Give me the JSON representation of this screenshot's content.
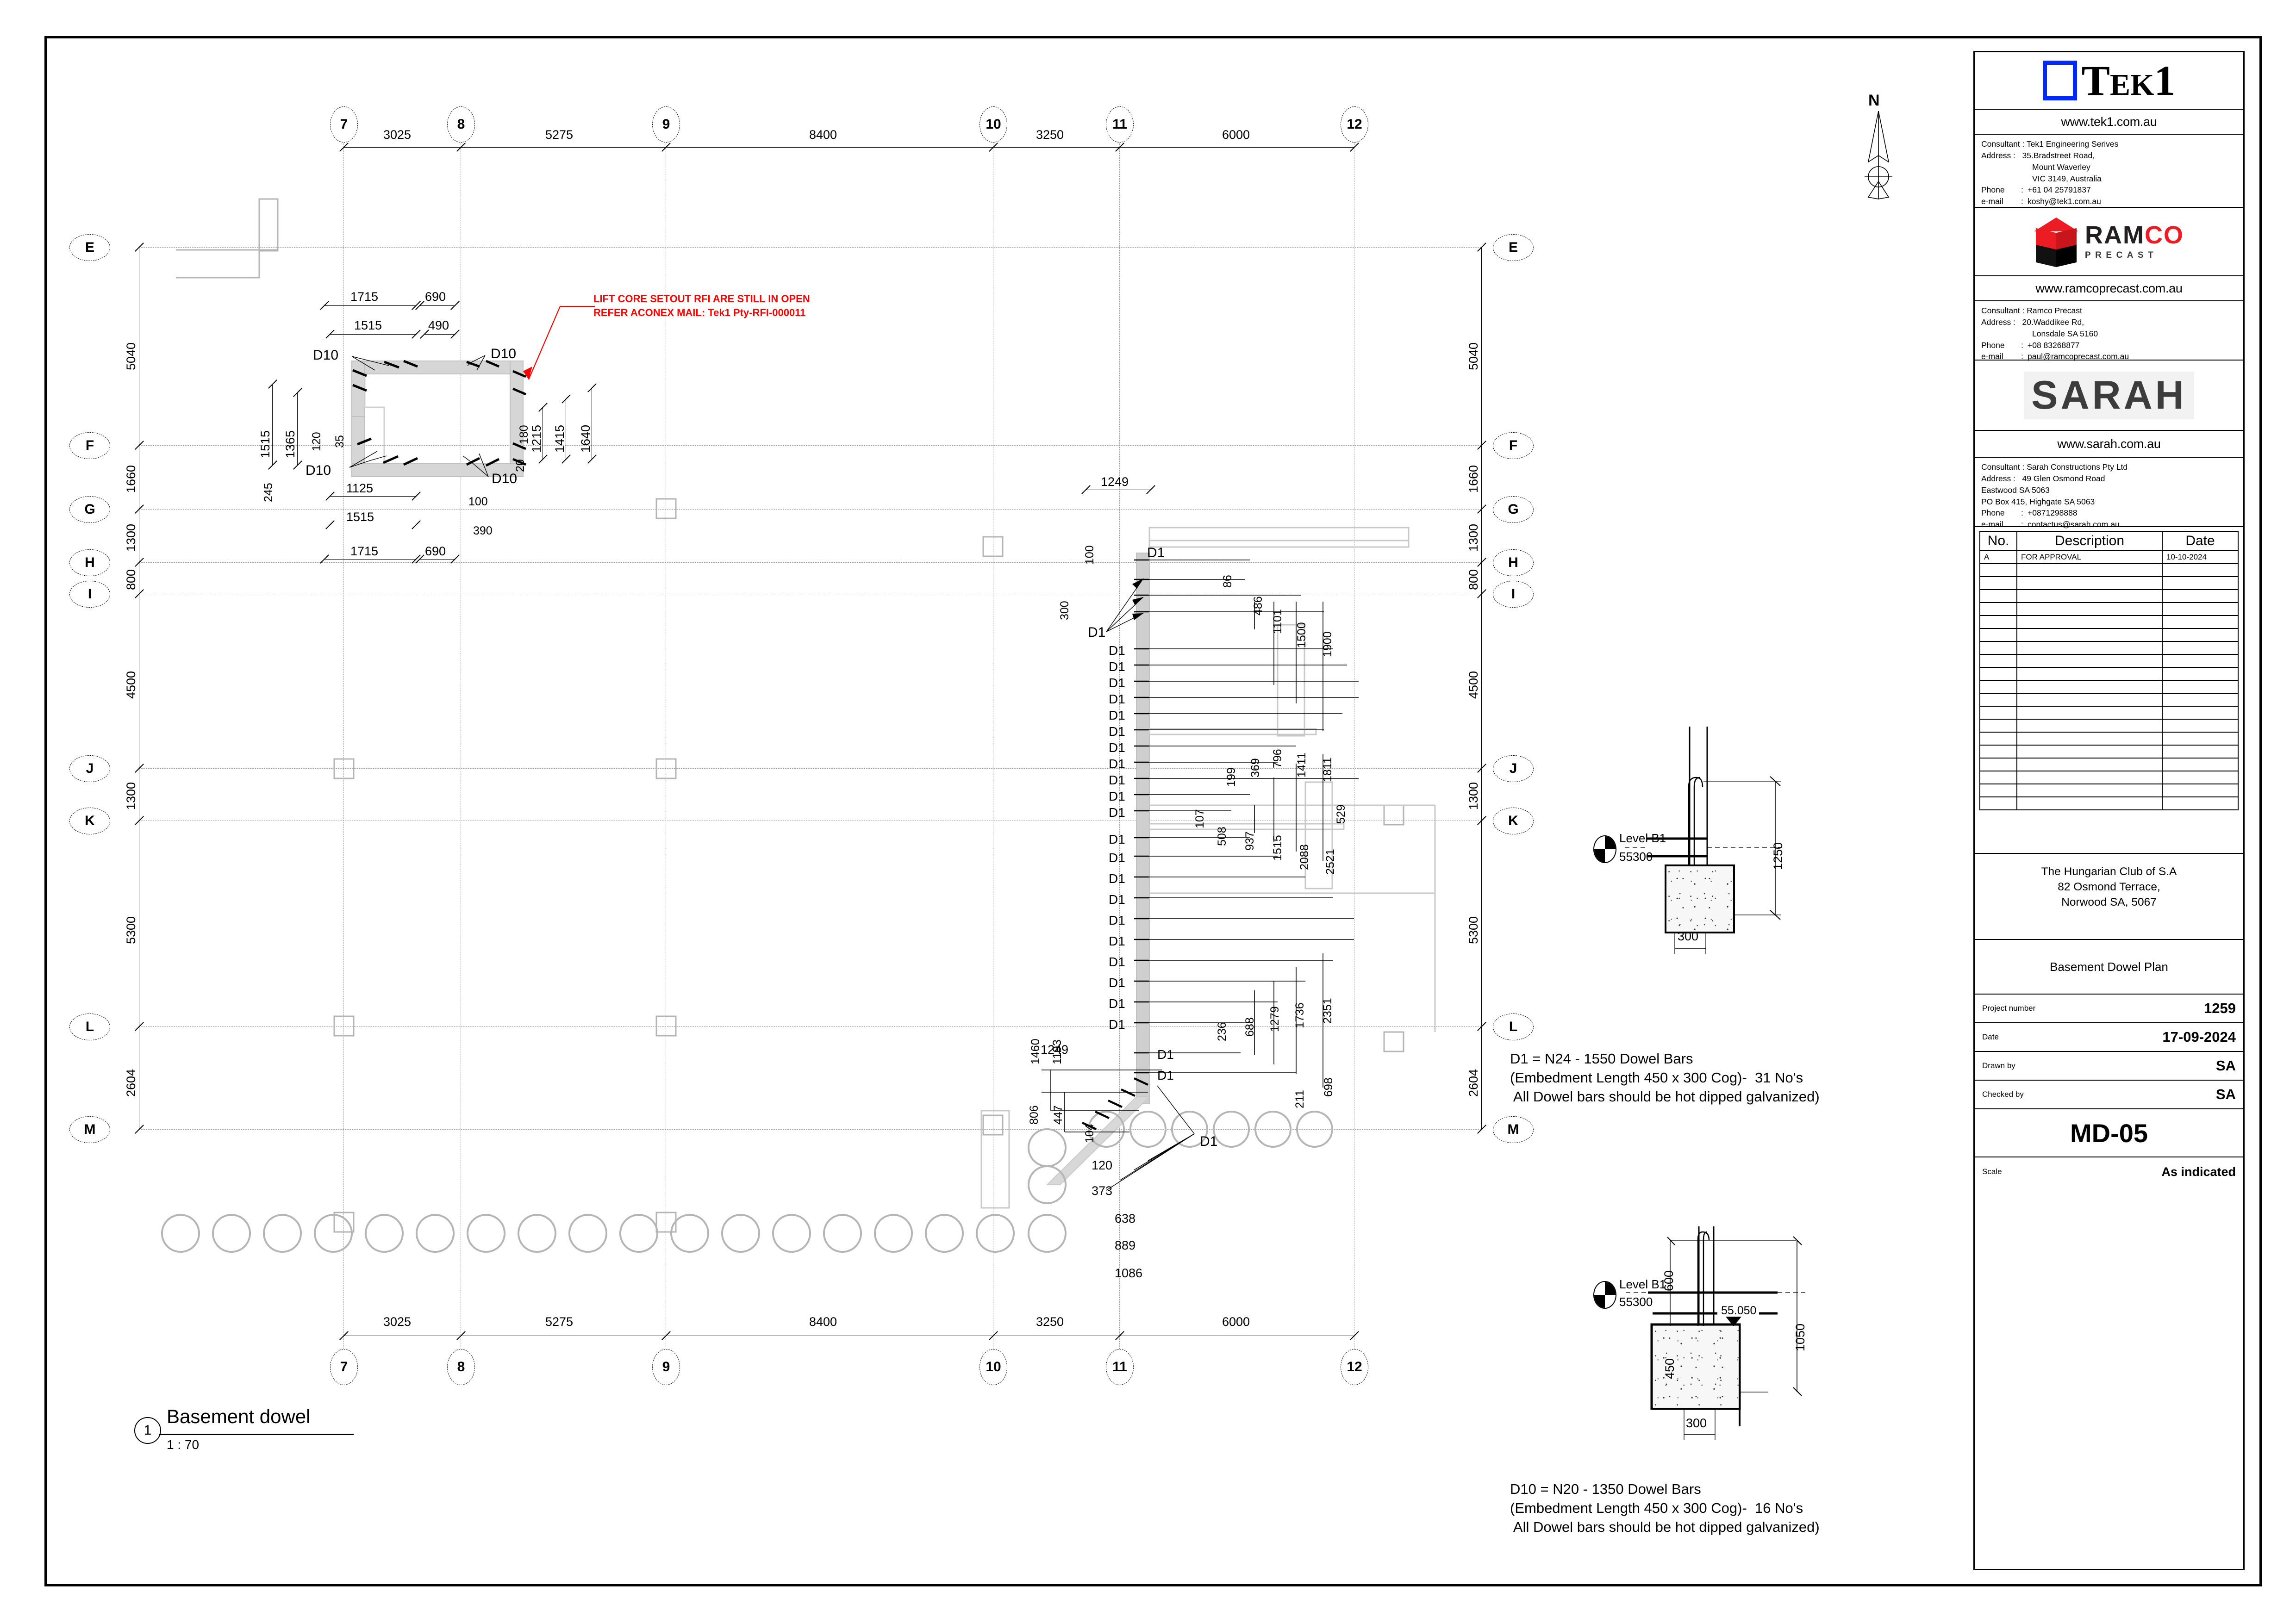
{
  "sheet": {
    "north_label": "N"
  },
  "view": {
    "number": "1",
    "title": "Basement dowel",
    "scale": "1 : 70"
  },
  "grids": {
    "columns": [
      {
        "label": "7"
      },
      {
        "label": "8"
      },
      {
        "label": "9"
      },
      {
        "label": "10"
      },
      {
        "label": "11"
      },
      {
        "label": "12"
      }
    ],
    "column_dims": [
      "3025",
      "5275",
      "8400",
      "3250",
      "6000"
    ],
    "rows": [
      {
        "label": "E"
      },
      {
        "label": "F"
      },
      {
        "label": "G"
      },
      {
        "label": "H"
      },
      {
        "label": "I"
      },
      {
        "label": "J"
      },
      {
        "label": "K"
      },
      {
        "label": "L"
      },
      {
        "label": "M"
      }
    ],
    "row_dims": [
      "5040",
      "1660",
      "1300",
      "800",
      "4500",
      "1300",
      "5300",
      "2604"
    ]
  },
  "annotations": {
    "rfi_note_line1": "LIFT CORE SETOUT RFI ARE STILL IN OPEN",
    "rfi_note_line2": "REFER ACONEX MAIL: Tek1 Pty-RFI-000011",
    "d1_note": "D1 = N24 - 1550 Dowel Bars\n(Embedment Length 450 x 300 Cog)-  31 No's\n All Dowel bars should be hot dipped galvanized)",
    "d10_note": "D10 = N20 - 1350 Dowel Bars\n(Embedment Length 450 x 300 Cog)-  16 No's\n All Dowel bars should be hot dipped galvanized)"
  },
  "liftcore_dims": {
    "top_outer": "1715",
    "top_inner": "1515",
    "top_right_outer": "690",
    "top_right_inner": "490",
    "left_outer": "1515",
    "left_inner": "1365",
    "left_small_120": "120",
    "left_small_35": "35",
    "left_245": "245",
    "bottom_1125": "1125",
    "bottom_1515": "1515",
    "bottom_1715": "1715",
    "bottom_690": "690",
    "right_180": "180",
    "right_20": "20",
    "right_1215": "1215",
    "right_1415": "1415",
    "right_1640": "1640",
    "note_100": "100",
    "note_390": "390",
    "labels": [
      "D10",
      "D10",
      "D10",
      "D10"
    ]
  },
  "dowel_dims": {
    "top_1249": "1249",
    "top_100": "100",
    "left_300": "300",
    "d_86": "86",
    "d_486": "486",
    "d_1101": "1101",
    "d_1500": "1500",
    "d_1900": "1900",
    "d_199": "199",
    "d_369": "369",
    "d_796": "796",
    "d_1411": "1411",
    "d_1811": "1811",
    "d_529": "529",
    "d_107": "107",
    "d_508": "508",
    "d_937": "937",
    "d_1515": "1515",
    "d_2088": "2088",
    "d_2521": "2521",
    "d_236": "236",
    "d_688": "688",
    "d_1279": "1279",
    "d_1736": "1736",
    "d_2351": "2351",
    "d_211": "211",
    "d_698": "698",
    "bot_1249": "1249",
    "bot_1460": "1460",
    "bot_1193": "1193",
    "bot_806": "806",
    "bot_447": "447",
    "bot_104": "104",
    "bot_120": "120",
    "bot_373": "373",
    "bot_638": "638",
    "bot_889": "889",
    "bot_1086": "1086",
    "label": "D1"
  },
  "details": {
    "upper": {
      "level_label": "Level B1",
      "level_value": "55300",
      "dim_height": "1250",
      "dim_width": "300"
    },
    "lower": {
      "level_label": "Level B1",
      "level_value": "55300",
      "dim_600": "600",
      "dim_450": "450",
      "dim_1050": "1050",
      "dim_width": "300",
      "level_callout": "55.050"
    }
  },
  "titleblock": {
    "tek1": {
      "logo_text_big": "T",
      "logo_text_small": "EK",
      "logo_text_one": "1",
      "url": "www.tek1.com.au",
      "consultant_label": "Consultant :",
      "consultant_value": "Tek1 Engineering Serives",
      "address_label": "Address :",
      "address_line1": "35.Bradstreet Road,",
      "address_line2": "Mount Waverley",
      "address_line3": "VIC 3149, Australia",
      "phone_label": "Phone",
      "phone_value": "+61 04 25791837",
      "email_label": "e-mail",
      "email_value": "koshy@tek1.com.au"
    },
    "ramco": {
      "logo_main": "RAM",
      "logo_accent": "CO",
      "logo_sub": "PRECAST",
      "url": "www.ramcoprecast.com.au",
      "consultant_label": "Consultant :",
      "consultant_value": "Ramco Precast",
      "address_label": "Address :",
      "address_line1": "20.Waddikee Rd,",
      "address_line2": "Lonsdale SA 5160",
      "phone_label": "Phone",
      "phone_value": "+08 83268877",
      "email_label": "e-mail",
      "email_value": "paul@ramcoprecast.com.au"
    },
    "sarah": {
      "logo_text": "SARAH",
      "url": "www.sarah.com.au",
      "consultant_label": "Consultant :",
      "consultant_value": "Sarah Constructions Pty Ltd",
      "address_label": "Address :",
      "address_line1": "49 Glen Osmond Road",
      "address_line2": "Eastwood SA 5063",
      "address_line3": "PO Box 415, Highgate SA 5063",
      "phone_label": "Phone",
      "phone_value": "+0871298888",
      "email_label": "e-mail",
      "email_value": "contactus@sarah.com.au"
    },
    "revisions": {
      "headers": [
        "No.",
        "Description",
        "Date"
      ],
      "rows": [
        {
          "no": "A",
          "description": "FOR APPROVAL",
          "date": "10-10-2024"
        }
      ],
      "blank_rows": 14
    },
    "project": {
      "line1": "The Hungarian Club of S.A",
      "line2": "82 Osmond Terrace,",
      "line3": "Norwood SA, 5067"
    },
    "drawing_title": "Basement Dowel Plan",
    "fields": [
      {
        "label": "Project number",
        "value": "1259"
      },
      {
        "label": "Date",
        "value": "17-09-2024"
      },
      {
        "label": "Drawn by",
        "value": "SA"
      },
      {
        "label": "Checked by",
        "value": "SA"
      }
    ],
    "sheet_number": "MD-05",
    "scale_label": "Scale",
    "scale_value": "As indicated"
  },
  "colors": {
    "accent_blue": "#0028ff",
    "ramco_red": "#ed1c24",
    "note_red": "#ff0000",
    "grid_gray": "#9a9a9a"
  }
}
